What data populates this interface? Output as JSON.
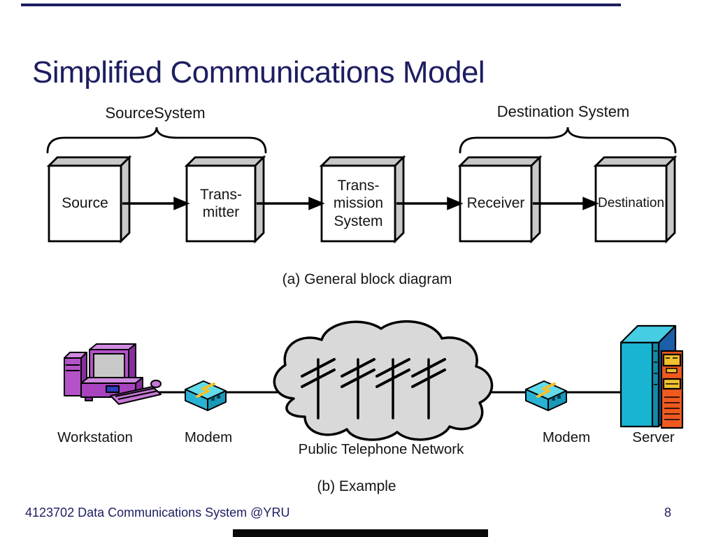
{
  "slide": {
    "title": "Simplified Communications Model",
    "footer": {
      "course": "4123702 Data Communications System @YRU",
      "page_number": "8"
    }
  },
  "block_diagram": {
    "caption": "(a) General block diagram",
    "braces": {
      "source_system": "SourceSystem",
      "destination_system": "Destination System"
    },
    "boxes": {
      "source": {
        "lines": [
          "Source"
        ]
      },
      "transmitter": {
        "lines": [
          "Trans-",
          "mitter"
        ]
      },
      "transmission_system": {
        "lines": [
          "Trans-",
          "mission",
          "System"
        ]
      },
      "receiver": {
        "lines": [
          "Receiver"
        ]
      },
      "destination": {
        "lines": [
          "Destination"
        ]
      }
    }
  },
  "example_diagram": {
    "caption": "(b) Example",
    "labels": {
      "workstation": "Workstation",
      "modem_left": "Modem",
      "network": "Public Telephone Network",
      "modem_right": "Modem",
      "server": "Server"
    },
    "icons": {
      "workstation": "workstation-computer-icon",
      "modem": "modem-box-icon",
      "network": "telephone-network-cloud-icon",
      "pole": "telephone-pole-icon",
      "server": "server-tower-icon"
    }
  },
  "colors": {
    "title_navy": "#1d1d62",
    "diagram_text": "#141414",
    "box_face_gray": "#c8c8c8",
    "cloud_gray": "#d9d9d9",
    "workstation_purple": "#b452c8",
    "modem_cyan": "#62dcec",
    "server_teal": "#19b4d2",
    "server_side_blue": "#1b5fa8",
    "server_orange": "#f05a1e",
    "lightning_yellow": "#f2c12e"
  }
}
